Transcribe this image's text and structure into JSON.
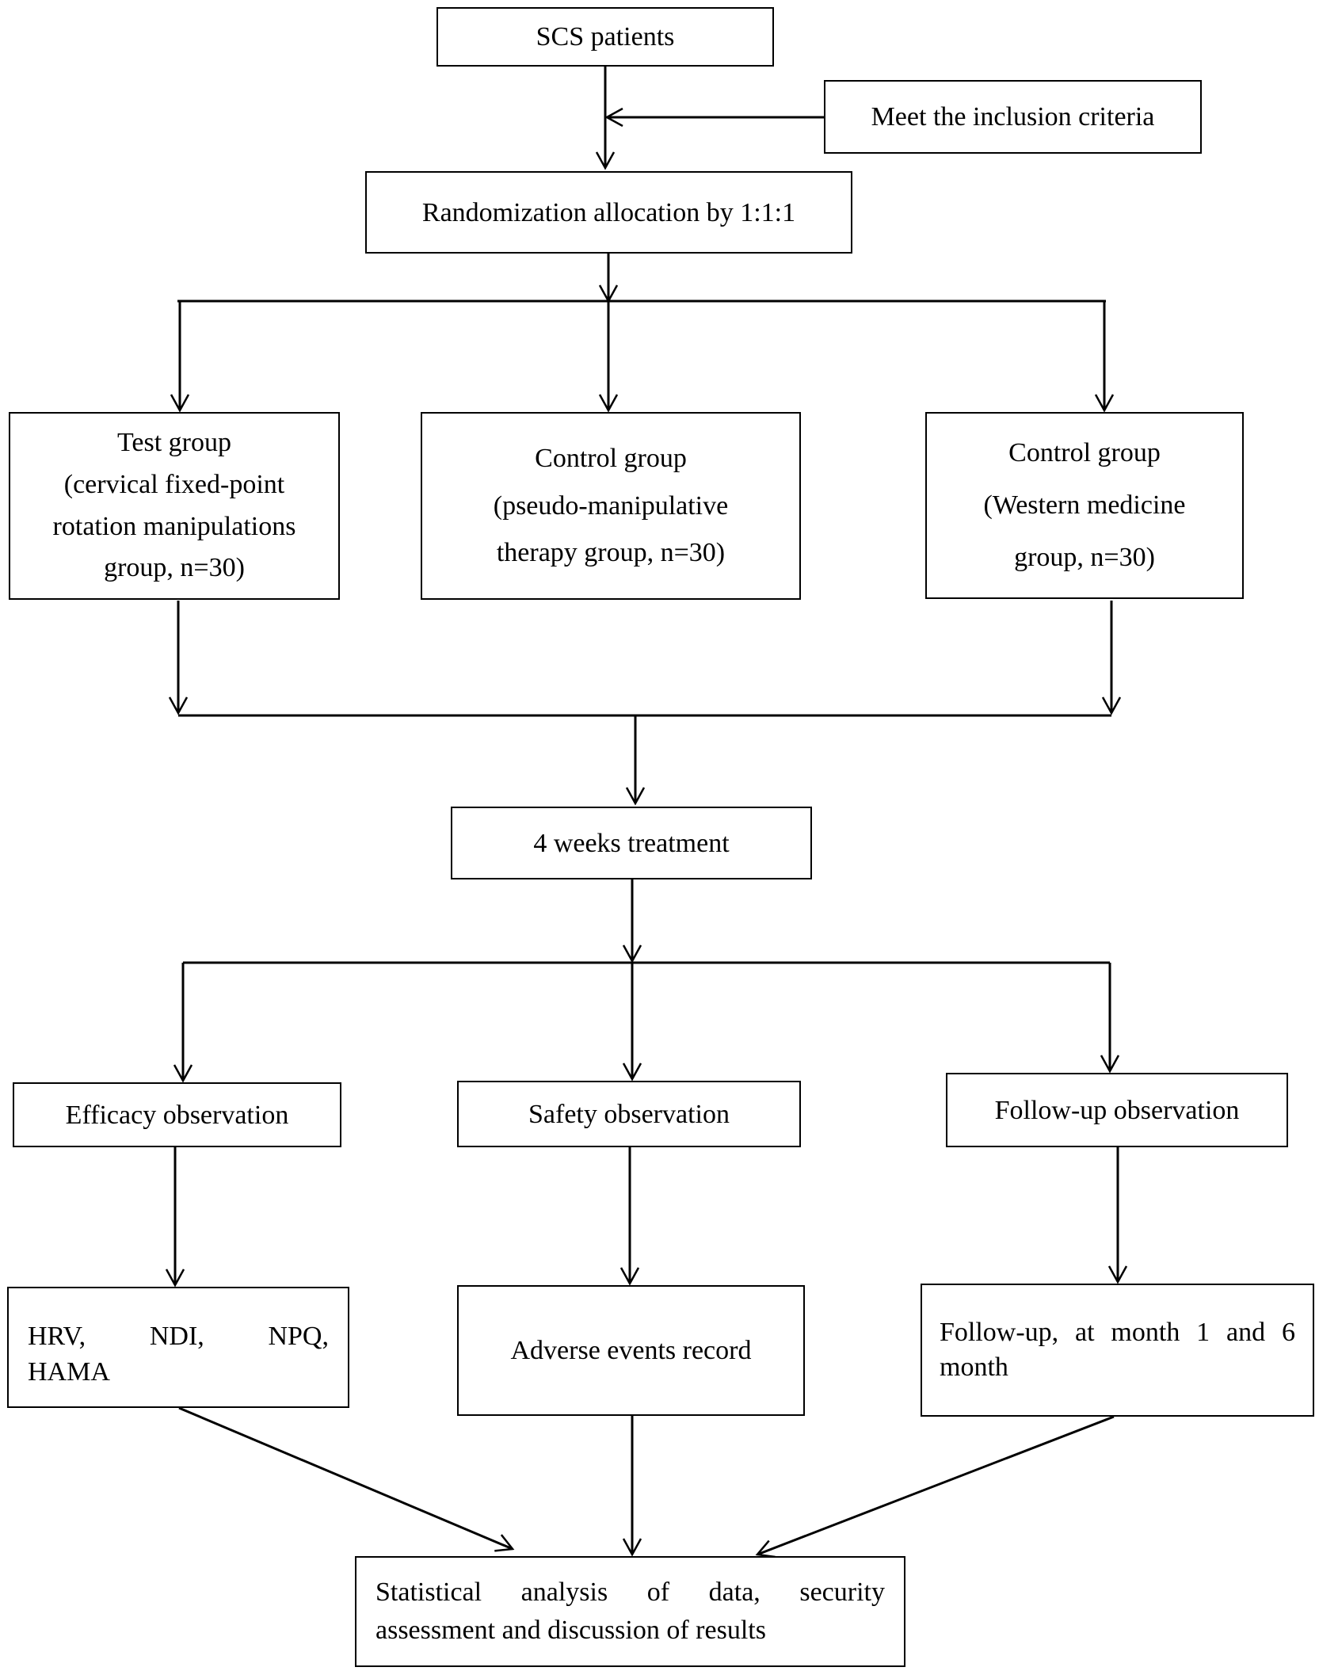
{
  "nodes": {
    "scs_patients": "SCS patients",
    "inclusion": "Meet the inclusion criteria",
    "randomization": "Randomization allocation by 1:1:1",
    "test_group": {
      "line1": "Test group",
      "line2": "(cervical fixed-point",
      "line3": "rotation manipulations",
      "line4": "group, n=30)"
    },
    "control_pseudo": {
      "line1": "Control group",
      "line2": "(pseudo-manipulative",
      "line3": "therapy group, n=30)"
    },
    "control_western": {
      "line1": "Control group",
      "line2": "(Western medicine",
      "line3": "group, n=30)"
    },
    "treatment": "4 weeks treatment",
    "efficacy": "Efficacy observation",
    "safety": "Safety observation",
    "followup_obs": "Follow-up observation",
    "efficacy_measures": {
      "line1": "HRV, NDI, NPQ,",
      "line2": "HAMA"
    },
    "adverse": "Adverse events record",
    "followup_detail": {
      "line1": "Follow-up, at month 1 and 6",
      "line2": "month"
    },
    "statistical": {
      "line1": "Statistical analysis of data, security",
      "line2": "assessment and discussion of results"
    }
  }
}
